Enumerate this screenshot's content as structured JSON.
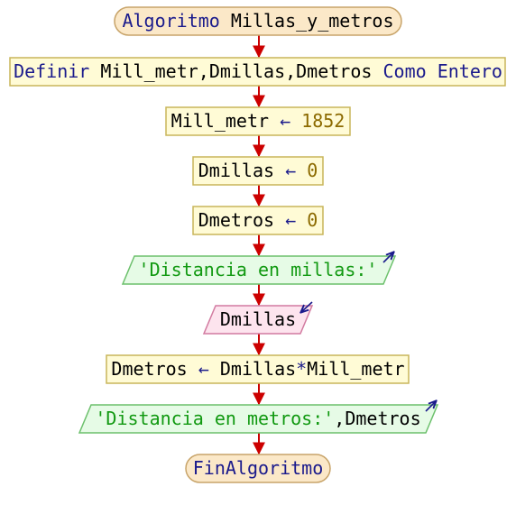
{
  "diagram": {
    "start": {
      "keyword": "Algoritmo",
      "name": "Millas_y_metros"
    },
    "define": {
      "keyword": "Definir",
      "variables": "Mill_metr,Dmillas,Dmetros",
      "type_keyword": "Como Entero"
    },
    "assign1": {
      "target": "Mill_metr",
      "arrow": "←",
      "value": "1852"
    },
    "assign2": {
      "target": "Dmillas",
      "arrow": "←",
      "value": "0"
    },
    "assign3": {
      "target": "Dmetros",
      "arrow": "←",
      "value": "0"
    },
    "output1": {
      "text": "'Distancia en millas:'"
    },
    "input1": {
      "variable": "Dmillas"
    },
    "assign4": {
      "target": "Dmetros",
      "arrow": "←",
      "lhs": "Dmillas",
      "operator": "*",
      "rhs": "Mill_metr"
    },
    "output2": {
      "string": "'Distancia en metros:'",
      "rest": ",Dmetros"
    },
    "end": {
      "keyword": "FinAlgoritmo"
    }
  },
  "colors": {
    "process_fill": "#fffbd6",
    "process_stroke": "#c8b55a",
    "output_fill": "#e6fbe6",
    "output_stroke": "#6cc06c",
    "input_fill": "#fde4ee",
    "input_stroke": "#d27aa0",
    "arrow": "#cc0000",
    "io_marker": "#1a1a8c"
  }
}
